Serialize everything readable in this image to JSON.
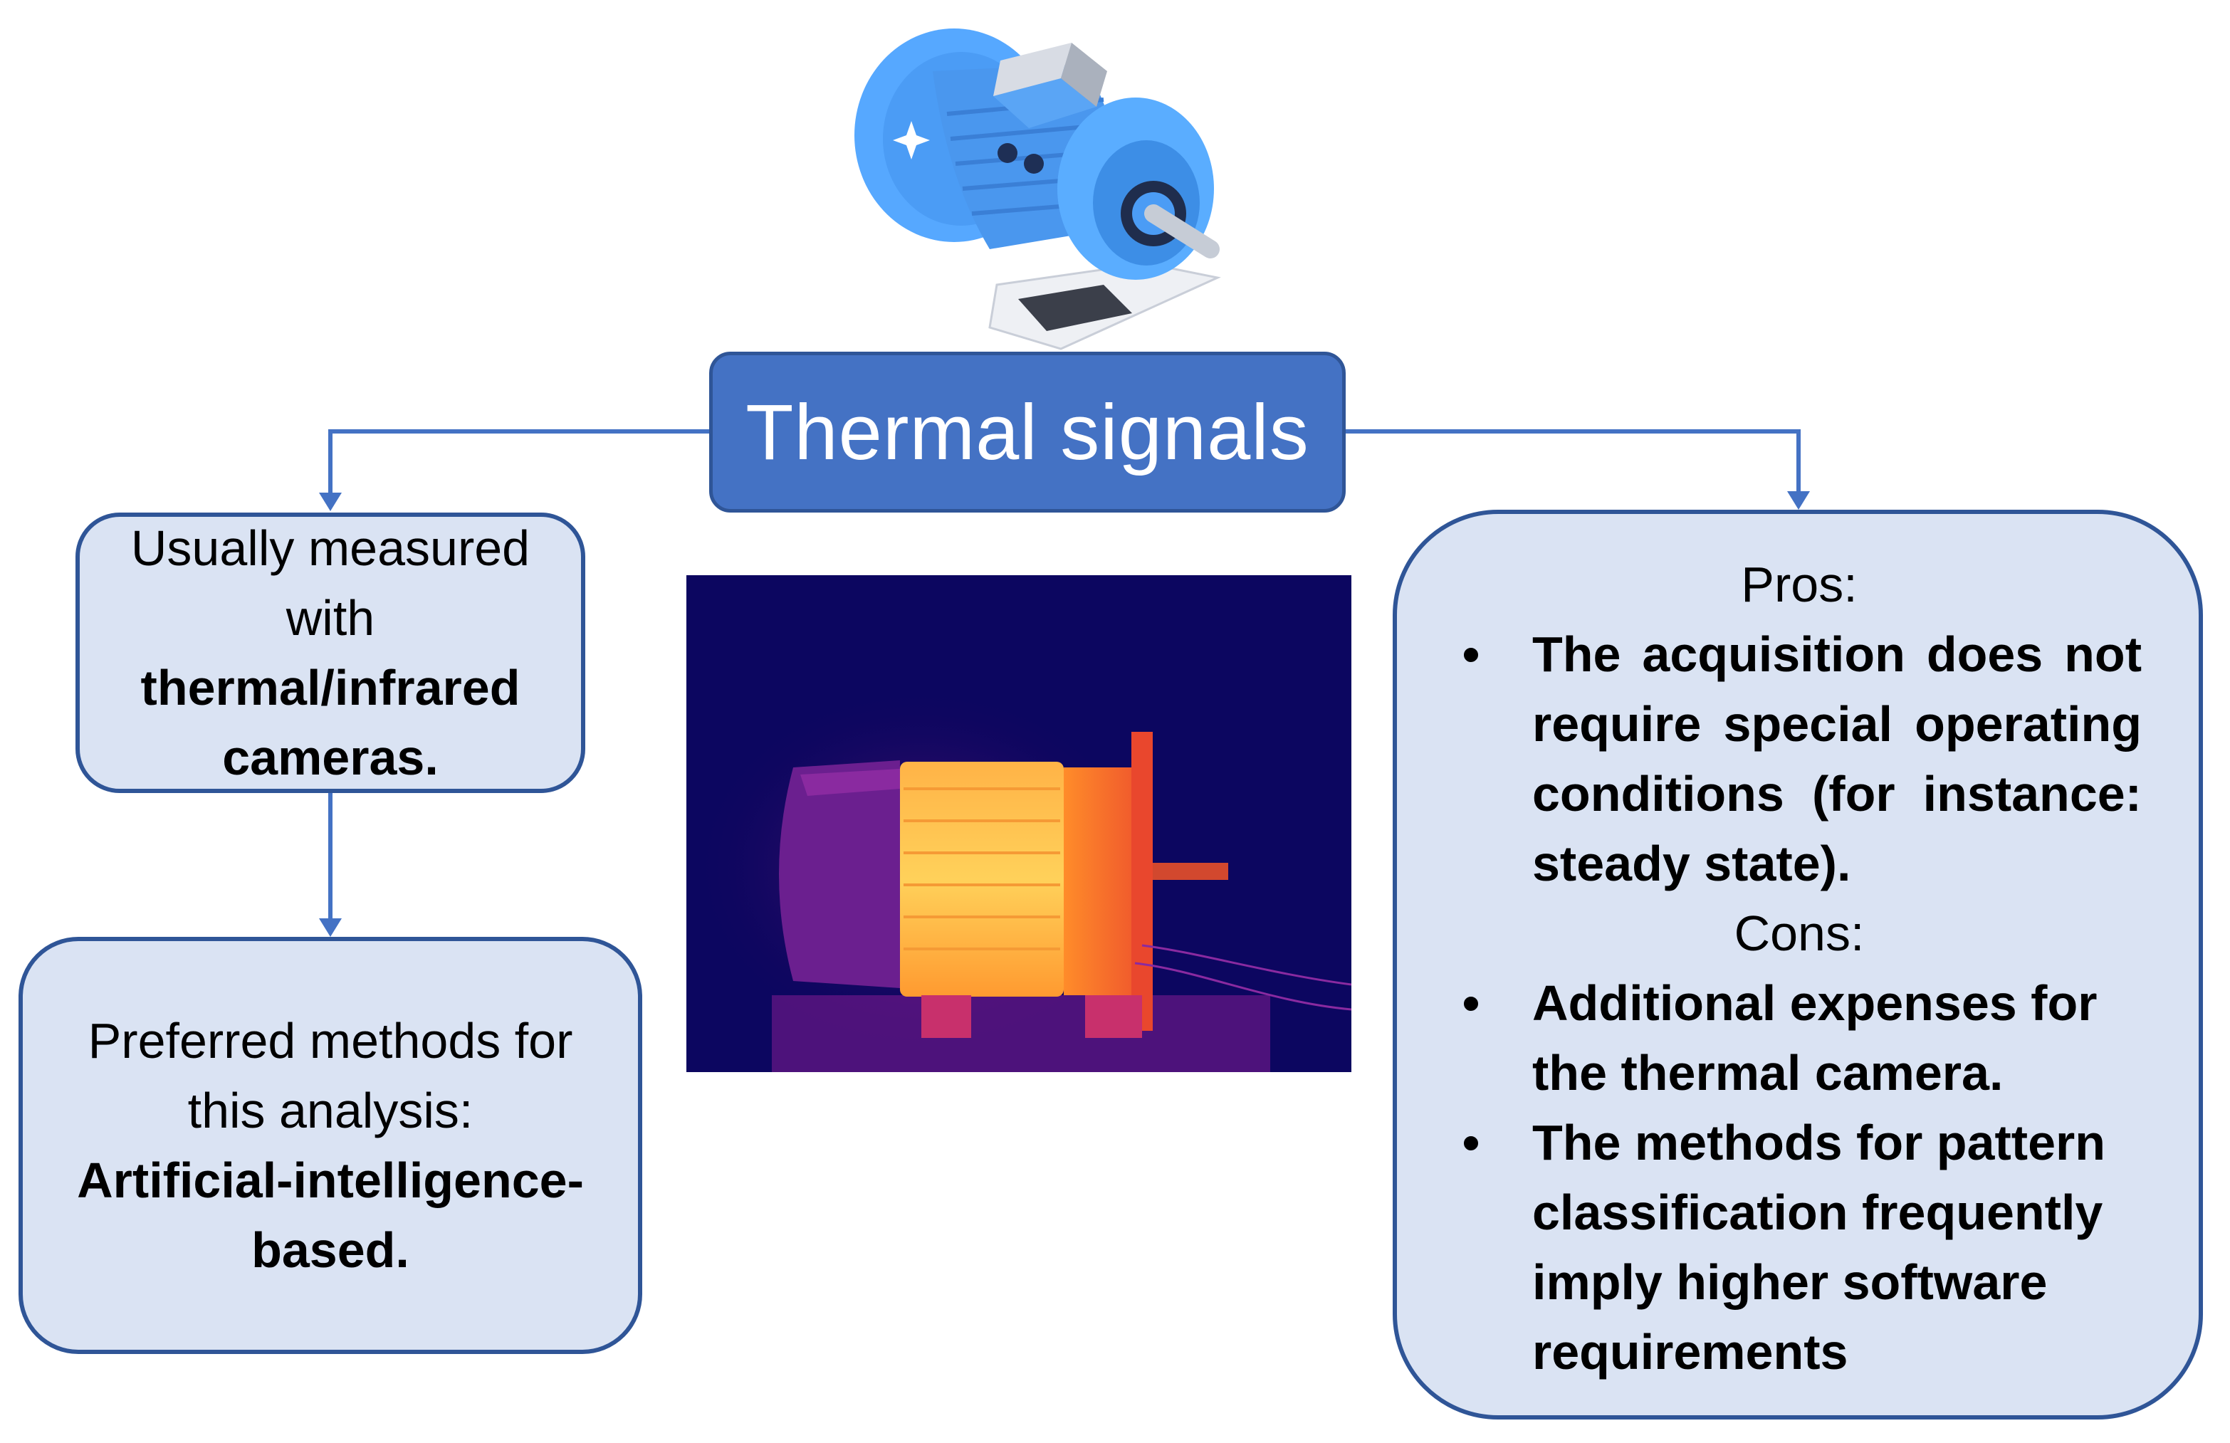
{
  "title": "Thermal signals",
  "measured": {
    "line1": "Usually measured",
    "line2": "with",
    "bold1": "thermal/infrared",
    "bold2": "cameras."
  },
  "methods": {
    "line1": "Preferred methods for",
    "line2": "this analysis:",
    "bold1": "Artificial-intelligence-",
    "bold2": "based."
  },
  "pros_cons": {
    "pros_label": "Pros:",
    "pros": [
      "The acquisition does not require special operating conditions (for instance: steady state)."
    ],
    "cons_label": "Cons:",
    "cons": [
      "Additional expenses for the thermal camera.",
      "The methods for pattern classification frequently imply higher software requirements"
    ],
    "bullet": "•"
  },
  "icons": {
    "motor": "electric-motor-icon",
    "thermal_image": "thermal-image-of-motor"
  },
  "colors": {
    "box_fill": "#dae3f3",
    "box_border": "#2f5597",
    "title_fill": "#4472c4",
    "connector": "#4472c4",
    "motor_blue": "#4da3ff"
  }
}
